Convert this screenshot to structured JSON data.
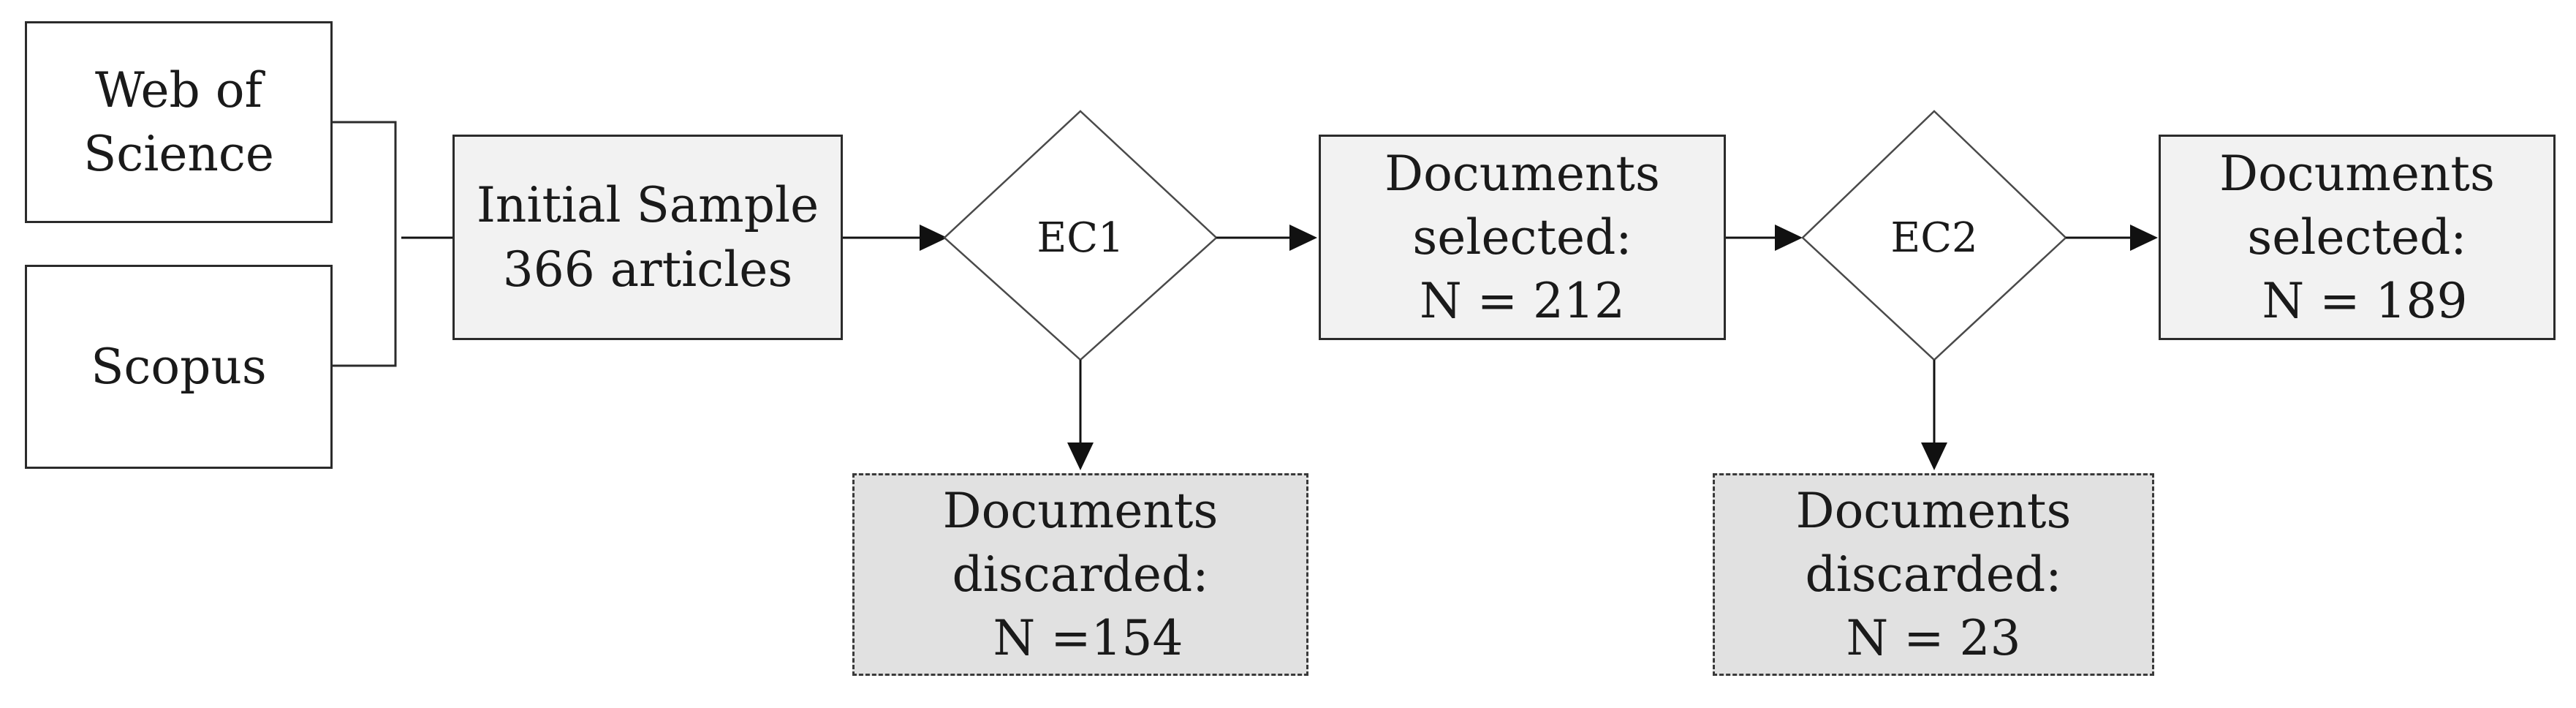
{
  "sources": {
    "wos": [
      "Web of",
      "Science"
    ],
    "scopus": [
      "Scopus"
    ]
  },
  "initial_sample": [
    "Initial Sample",
    "366 articles"
  ],
  "ec1": "EC1",
  "ec2": "EC2",
  "selected_1": [
    "Documents",
    "selected:",
    "N = 212"
  ],
  "selected_2": [
    "Documents",
    "selected:",
    " N = 189"
  ],
  "discarded_1": [
    "Documents",
    "discarded:",
    " N =154"
  ],
  "discarded_2": [
    "Documents",
    "discarded:",
    "N = 23"
  ],
  "colors": {
    "stroke": "#2b2b2b",
    "process_fill": "#f2f2f2",
    "discard_fill": "#e1e1e1",
    "text": "#1a1a1a"
  }
}
